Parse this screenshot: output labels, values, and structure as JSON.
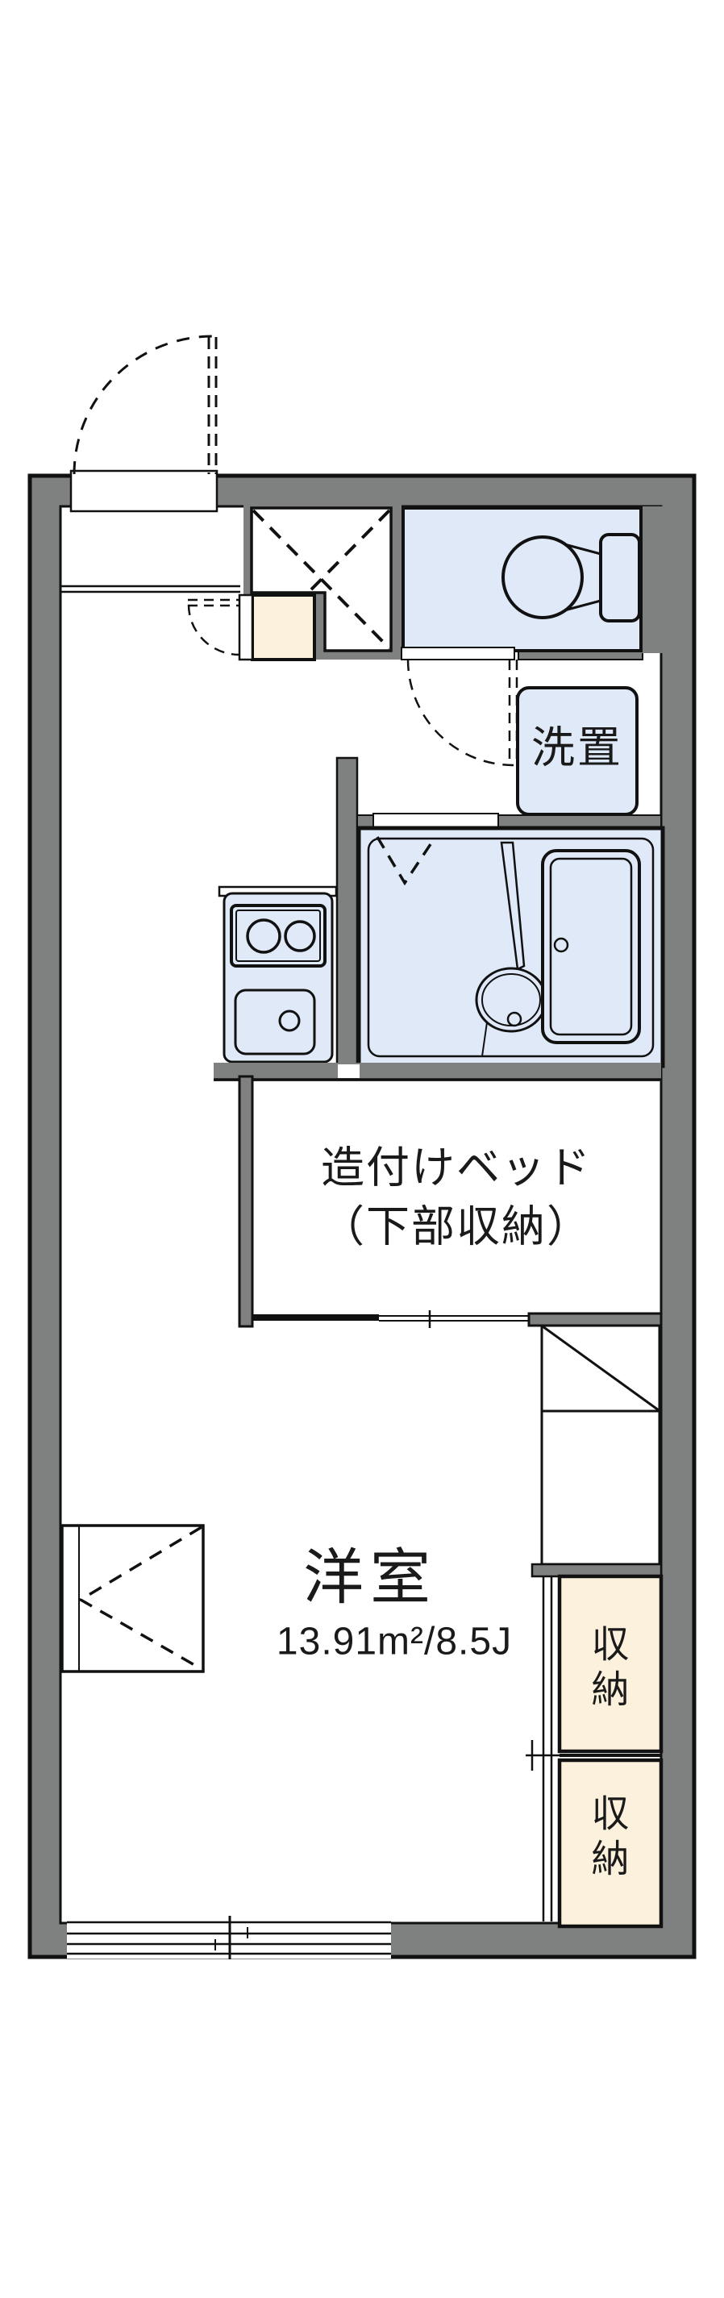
{
  "plan": {
    "main_room_label": "洋室",
    "main_room_area": "13.91m²/8.5J",
    "bed_label_line1": "造付けベッド",
    "bed_label_line2": "（下部収納）",
    "washer_label": "洗置",
    "storage_upper_label": "収納",
    "storage_lower_label": "収納"
  },
  "colors": {
    "wall_gray": "#7f8080",
    "room_blue": "#dfe9f8",
    "storage_cream": "#fcf1dc",
    "line_black": "#111111",
    "background": "#ffffff"
  }
}
